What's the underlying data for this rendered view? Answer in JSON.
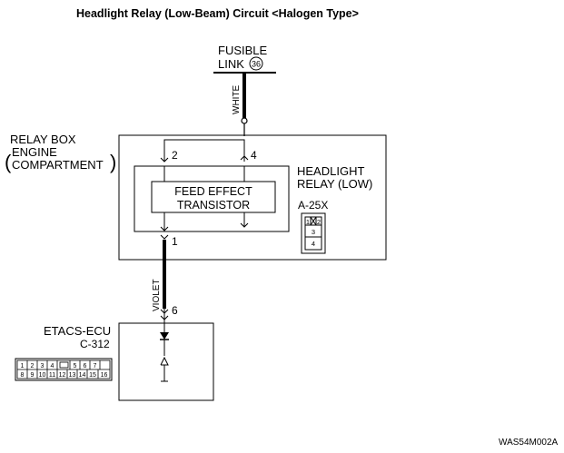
{
  "title": "Headlight Relay (Low-Beam) Circuit <Halogen Type>",
  "fusible_link": {
    "line1": "FUSIBLE",
    "line2": "LINK",
    "number": "36"
  },
  "wires": {
    "top_color": "WHITE",
    "bottom_color": "VIOLET"
  },
  "relay_box": {
    "line1": "RELAY BOX",
    "line2": "ENGINE",
    "line3": "COMPARTMENT",
    "paren_open": "(",
    "paren_close": ")"
  },
  "headlight_relay": {
    "line1": "HEADLIGHT",
    "line2": "RELAY (LOW)"
  },
  "feed_effect": {
    "line1": "FEED EFFECT",
    "line2": "TRANSISTOR"
  },
  "pins": {
    "p2": "2",
    "p4": "4",
    "p1": "1",
    "p6": "6"
  },
  "relay_connector": {
    "name": "A-25X",
    "cells": [
      "1",
      "2",
      "3",
      "4"
    ]
  },
  "etacs": {
    "name": "ETACS-ECU",
    "connector": "C-312",
    "row1": [
      "1",
      "2",
      "3",
      "4",
      "5",
      "6",
      "7"
    ],
    "row2": [
      "8",
      "9",
      "10",
      "11",
      "12",
      "13",
      "14",
      "15",
      "16"
    ]
  },
  "figure_code": "WAS54M002A"
}
